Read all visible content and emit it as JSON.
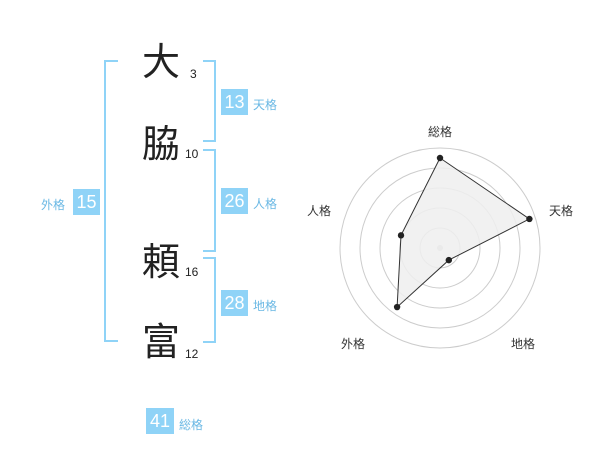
{
  "name": {
    "characters": [
      {
        "char": "大",
        "strokes": "3"
      },
      {
        "char": "脇",
        "strokes": "10"
      },
      {
        "char": "頼",
        "strokes": "16"
      },
      {
        "char": "富",
        "strokes": "12"
      }
    ]
  },
  "kakusu": {
    "tenkaku": {
      "value": "13",
      "label": "天格"
    },
    "jinkaku": {
      "value": "26",
      "label": "人格"
    },
    "chikaku": {
      "value": "28",
      "label": "地格"
    },
    "gaikaku": {
      "value": "15",
      "label": "外格"
    },
    "soukaku": {
      "value": "41",
      "label": "総格"
    }
  },
  "colors": {
    "accent": "#8fd3f7",
    "accent_text": "#6ab8e4",
    "grid": "#cccccc",
    "polygon_fill": "#eeeeee",
    "point": "#222222"
  },
  "chart_data": {
    "type": "radar",
    "axes": [
      "総格",
      "天格",
      "地格",
      "外格",
      "人格"
    ],
    "values": [
      4.5,
      4.7,
      0.75,
      3.65,
      2.05
    ],
    "rmax": 5,
    "rings": 5
  }
}
